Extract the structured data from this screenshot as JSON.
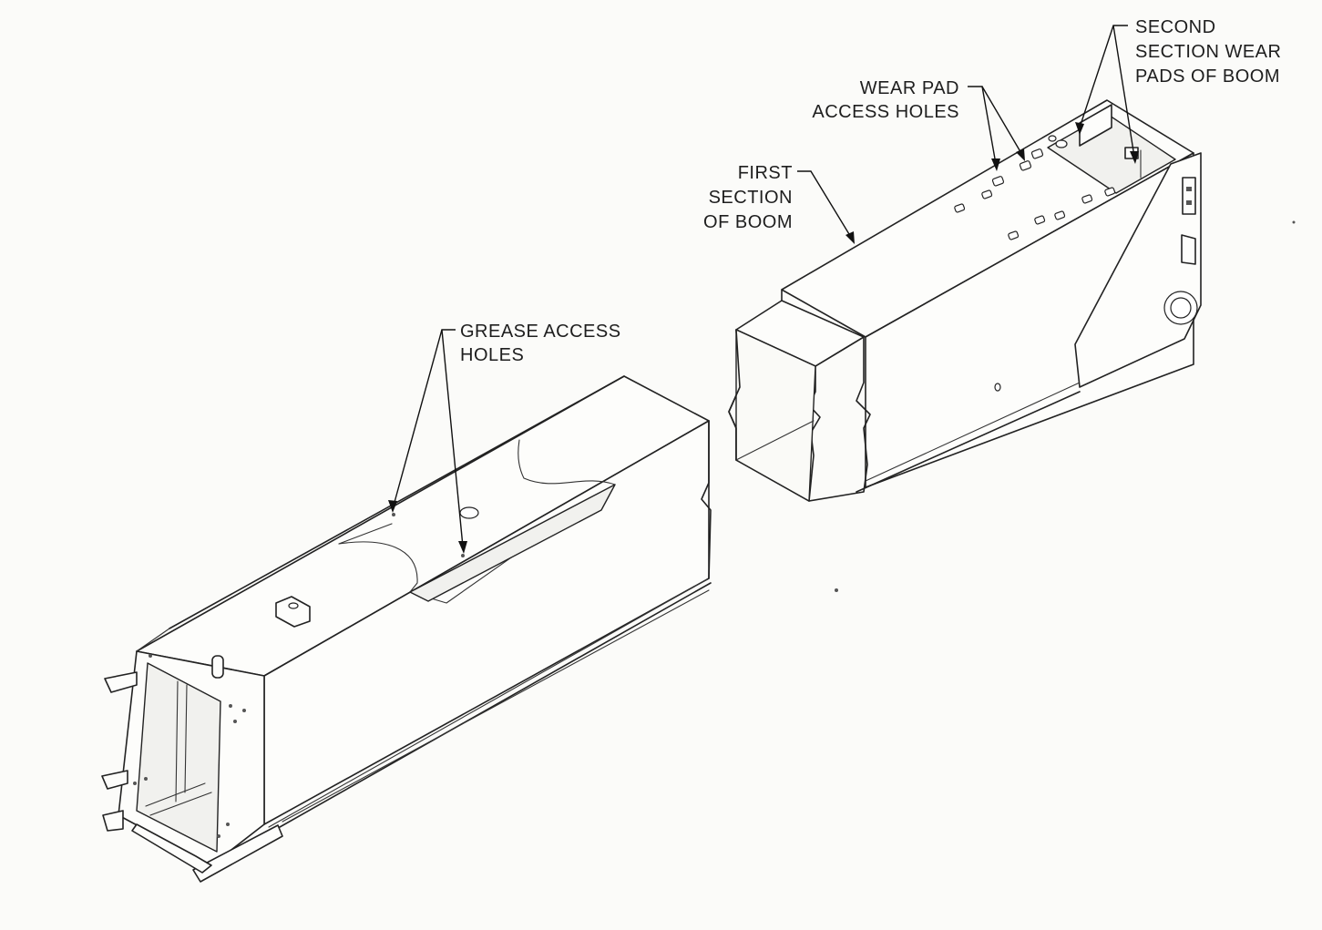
{
  "labels": {
    "second_section_line1": "SECOND",
    "second_section_line2": "SECTION WEAR",
    "second_section_line3": "PADS OF BOOM",
    "wear_pad_line1": "WEAR PAD",
    "wear_pad_line2": "ACCESS HOLES",
    "first_section_line1": "FIRST",
    "first_section_line2": "SECTION",
    "first_section_line3": "OF BOOM",
    "grease_line1": "GREASE ACCESS",
    "grease_line2": "HOLES"
  },
  "colors": {
    "line": "#222222",
    "paper": "#fbfbf9"
  }
}
